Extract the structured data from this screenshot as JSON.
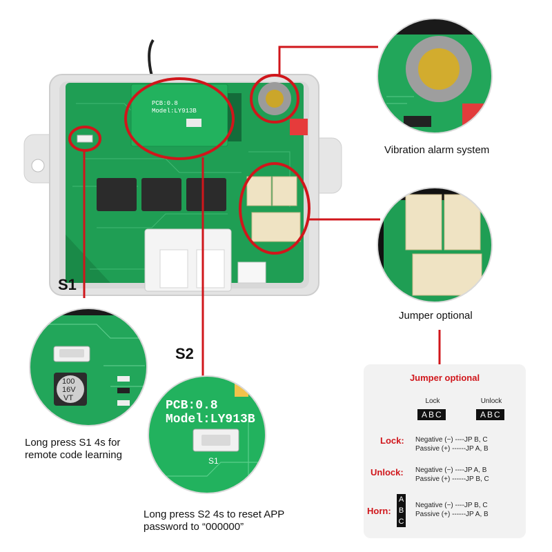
{
  "labels": {
    "s1": "S1",
    "s2": "S2"
  },
  "captions": {
    "vibration": "Vibration alarm system",
    "jumper": "Jumper optional",
    "s1_line1": "Long press S1 4s for",
    "s1_line2": "remote code learning",
    "s2_line1": "Long press S2 4s to reset APP",
    "s2_line2": "password to “000000”"
  },
  "pcb_text": {
    "pcb_version": "PCB:0.8",
    "model": "Model:LY913B",
    "button_s1": "S1",
    "cap_line1": "100",
    "cap_line2": "16V",
    "cap_line3": "VT"
  },
  "panel": {
    "title": "Jumper optional",
    "lock_tag": "Lock",
    "unlock_tag": "Unlock",
    "abc": "ABC",
    "horn_letters": [
      "A",
      "B",
      "C"
    ],
    "rows": [
      {
        "title": "Lock:",
        "negative": "Negative (−) ----JP  B, C",
        "passive": "Passive (+) ------JP  A, B"
      },
      {
        "title": "Unlock:",
        "negative": "Negative (−) ----JP  A, B",
        "passive": "Passive (+) ------JP  B, C"
      },
      {
        "title": "Horn:",
        "negative": "Negative (−) ----JP  B, C",
        "passive": "Passive (+) ------JP  A, B"
      }
    ]
  },
  "colors": {
    "callout_red": "#d0161b",
    "pcb_green": "#1f9e54",
    "case_gray": "#e3e3e3"
  }
}
